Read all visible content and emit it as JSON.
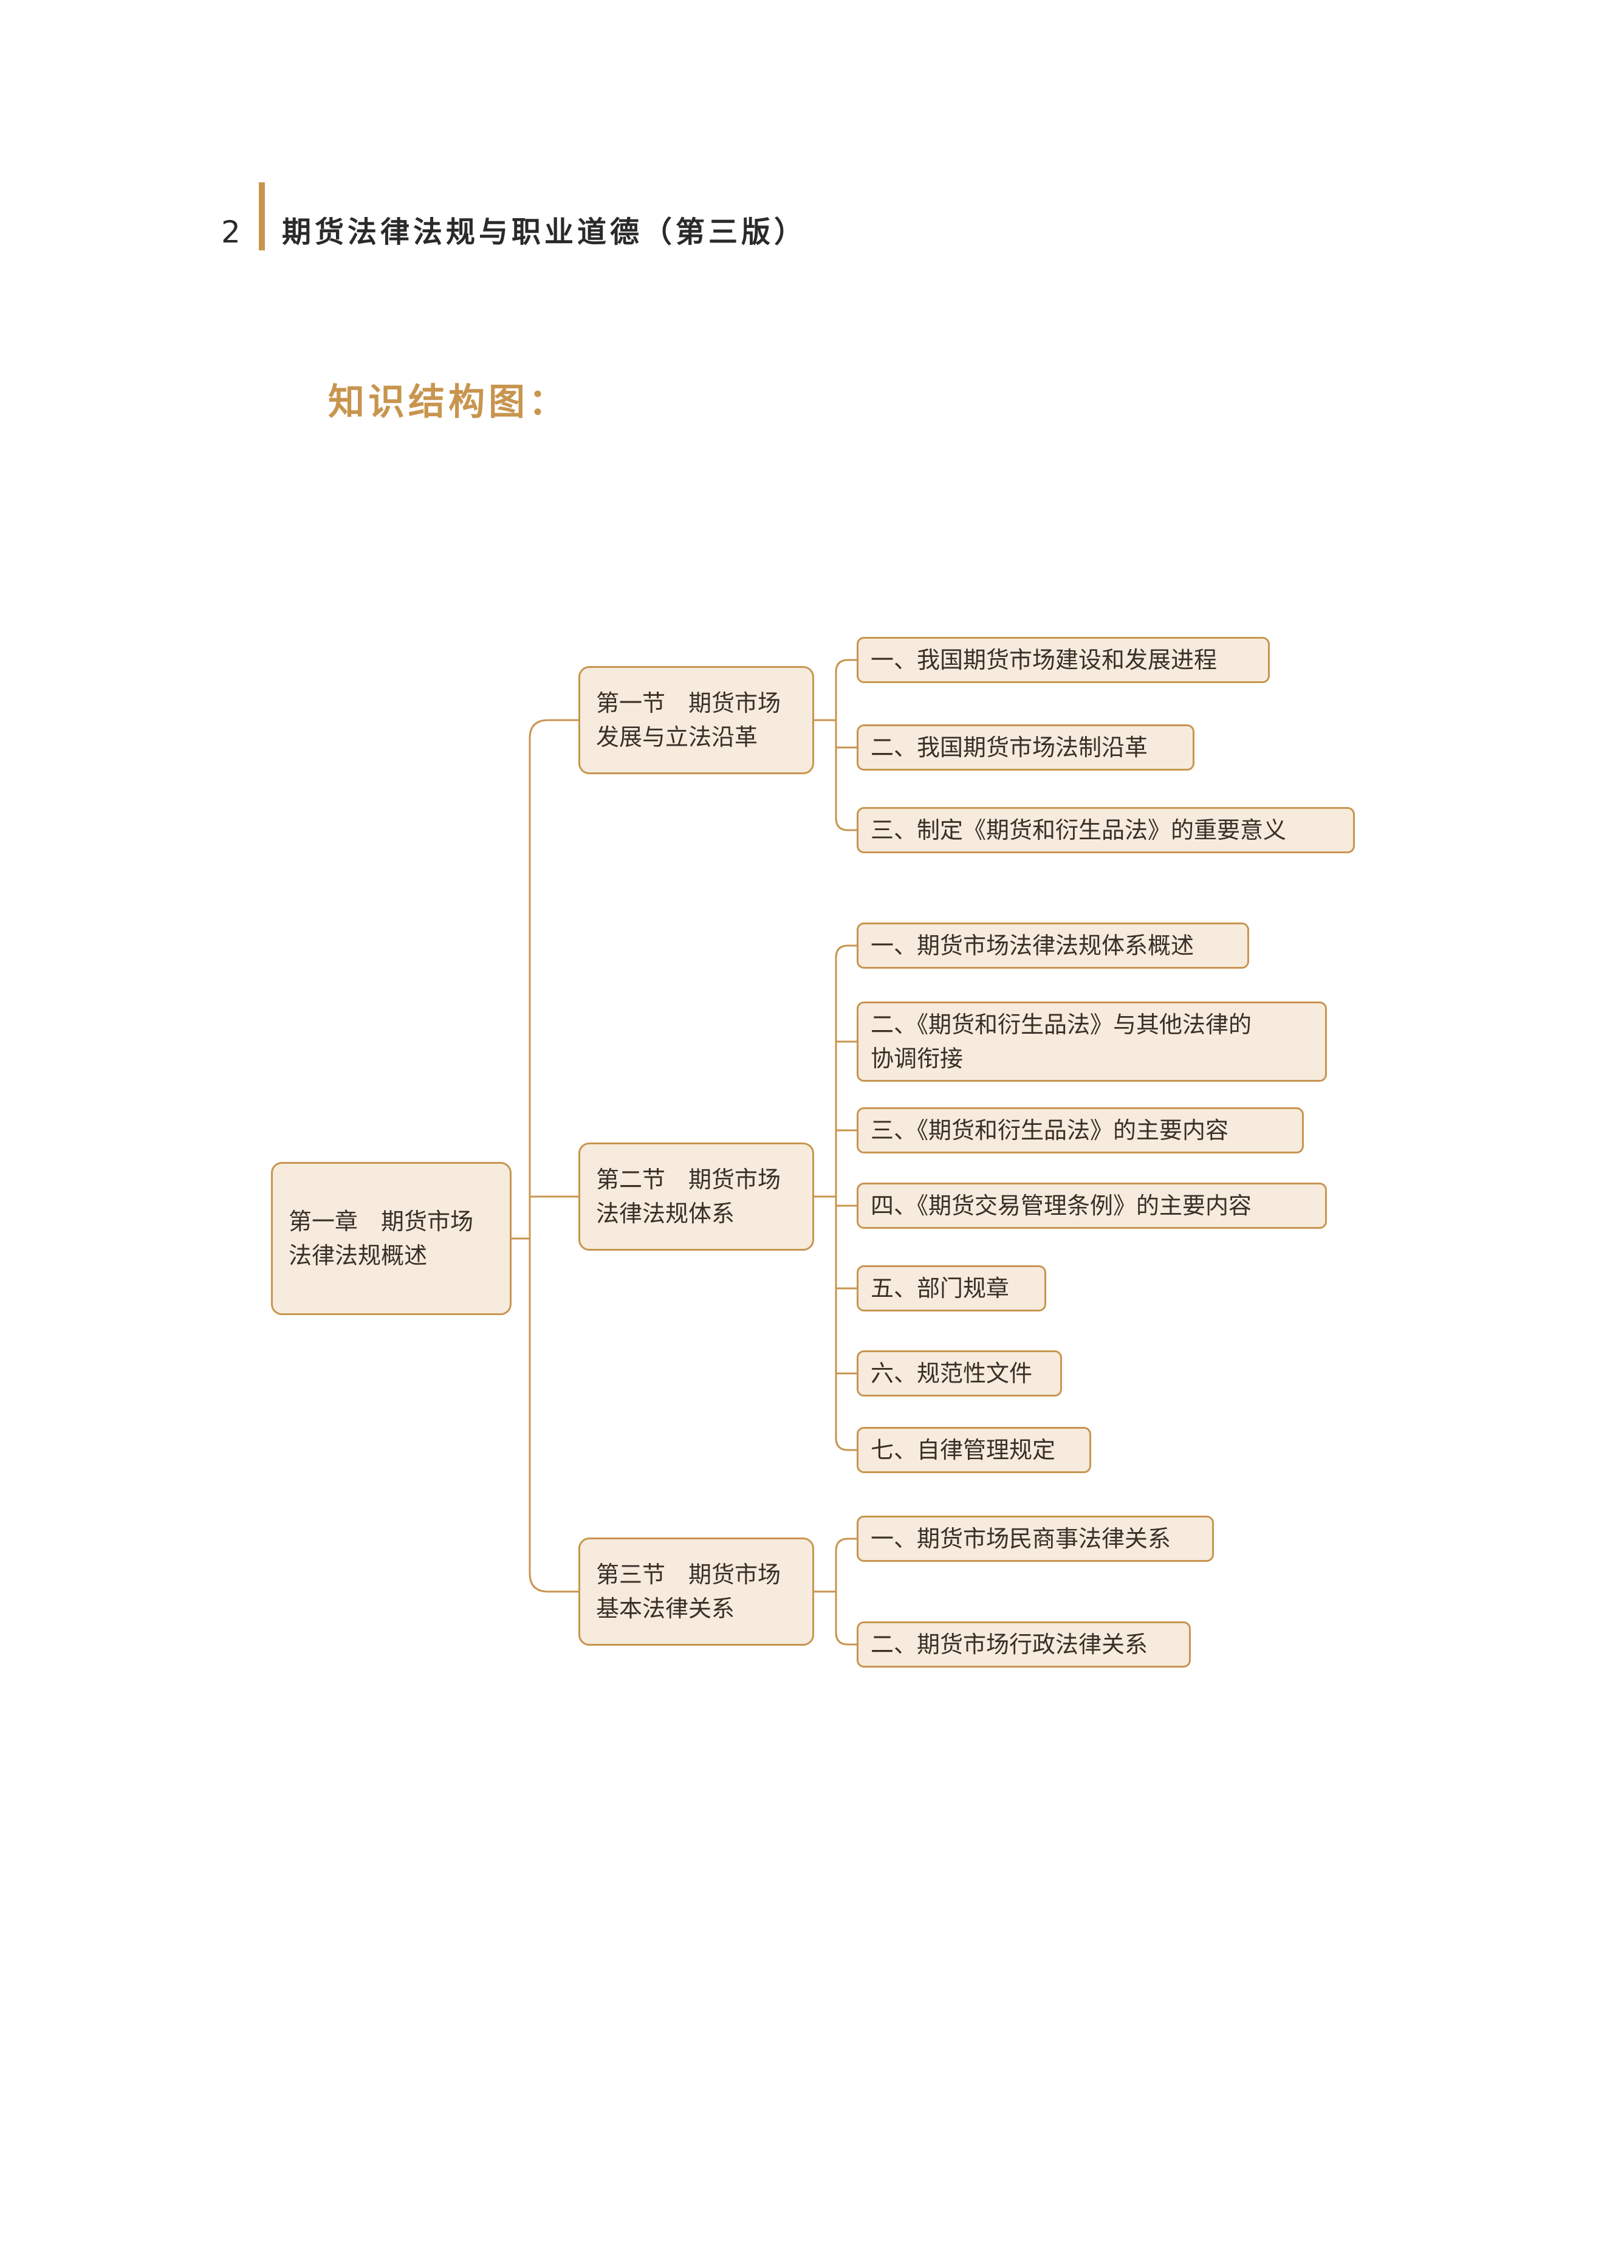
{
  "header": {
    "page_number": "2",
    "book_title": "期货法律法规与职业道德（第三版）"
  },
  "section_heading": "知识结构图：",
  "diagram": {
    "root": "第一章　期货市场\n法律法规概述",
    "sections": [
      {
        "label": "第一节　期货市场\n发展与立法沿革",
        "items": [
          "一、我国期货市场建设和发展进程",
          "二、我国期货市场法制沿革",
          "三、制定《期货和衍生品法》的重要意义"
        ]
      },
      {
        "label": "第二节　期货市场\n法律法规体系",
        "items": [
          "一、期货市场法律法规体系概述",
          "二、《期货和衍生品法》与其他法律的\n协调衔接",
          "三、《期货和衍生品法》的主要内容",
          "四、《期货交易管理条例》的主要内容",
          "五、部门规章",
          "六、规范性文件",
          "七、自律管理规定"
        ]
      },
      {
        "label": "第三节　期货市场\n基本法律关系",
        "items": [
          "一、期货市场民商事法律关系",
          "二、期货市场行政法律关系"
        ]
      }
    ],
    "colors": {
      "accent": "#c8954f",
      "node_fill": "#f6ebdd",
      "text": "#3a2f26"
    }
  }
}
